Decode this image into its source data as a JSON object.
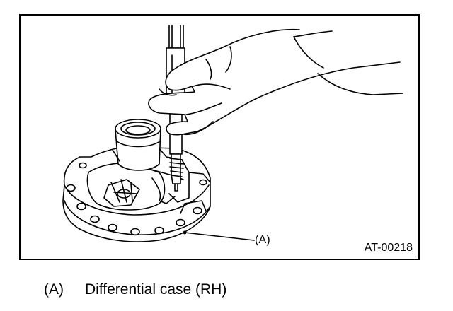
{
  "figure": {
    "callout": "(A)",
    "code": "AT-00218"
  },
  "legend": {
    "key": "(A)",
    "text": "Differential case (RH)"
  }
}
